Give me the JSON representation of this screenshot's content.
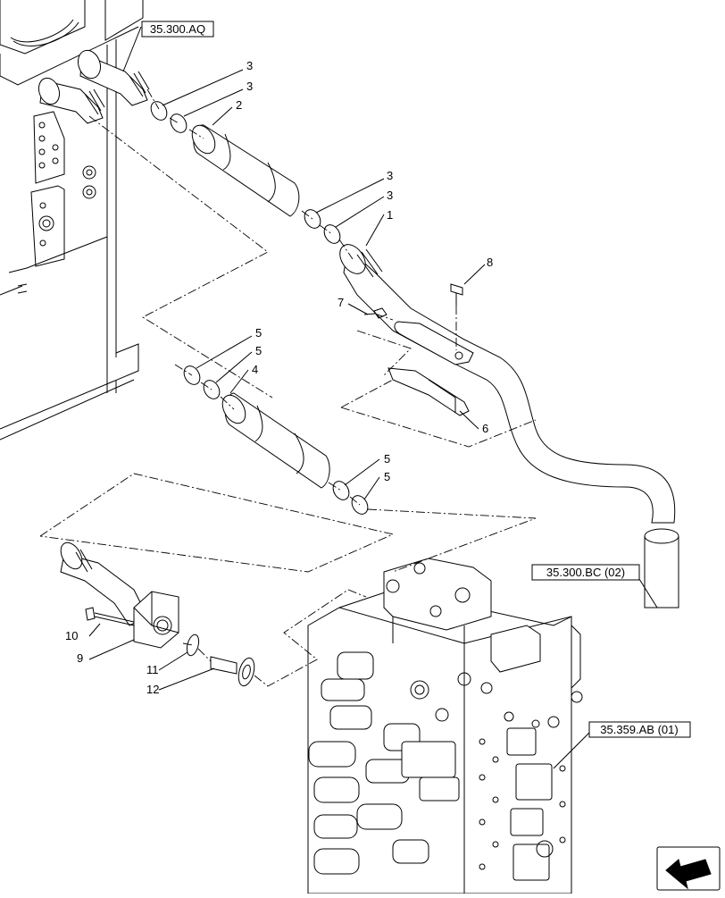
{
  "references": {
    "top": "35.300.AQ",
    "right_upper": "35.300.BC (02)",
    "right_lower": "35.359.AB (01)"
  },
  "callouts": {
    "c1": "1",
    "c2": "2",
    "c3a": "3",
    "c3b": "3",
    "c3c": "3",
    "c3d": "3",
    "c4": "4",
    "c5a": "5",
    "c5b": "5",
    "c5c": "5",
    "c5d": "5",
    "c6": "6",
    "c7": "7",
    "c8": "8",
    "c9": "9",
    "c10": "10",
    "c11": "11",
    "c12": "12"
  },
  "icons": {
    "nav": "arrow-icon"
  }
}
